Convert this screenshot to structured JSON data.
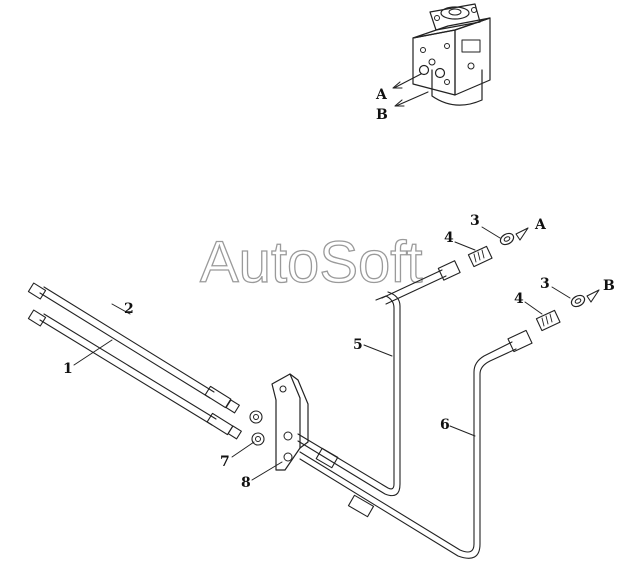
{
  "watermark": "AutoSoft",
  "ports": {
    "a": "A",
    "b": "B"
  },
  "callouts": {
    "c1": "1",
    "c2": "2",
    "c3a": "3",
    "c3b": "3",
    "c4a": "4",
    "c4b": "4",
    "c5": "5",
    "c6": "6",
    "c7": "7",
    "c8": "8",
    "endA": "A",
    "endB": "B"
  }
}
